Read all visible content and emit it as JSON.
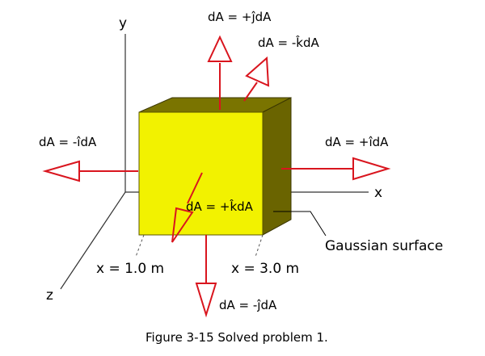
{
  "axes": {
    "x": "x",
    "y": "y",
    "z": "z"
  },
  "area_vectors": {
    "plus_j": "dA = +ĵdA",
    "minus_k": "dA = -k̂dA",
    "minus_i": "dA = -îdA",
    "plus_i": "dA = +îdA",
    "plus_k": "dA = +k̂dA",
    "minus_j": "dA = -ĵdA"
  },
  "positions": {
    "x1": "x = 1.0 m",
    "x2": "x = 3.0 m"
  },
  "surface_label": "Gaussian surface",
  "caption": "Figure 3-15 Solved problem 1.",
  "colors": {
    "cube_front": "#f2f200",
    "cube_top": "#7a7400",
    "cube_side": "#6a6400",
    "arrow": "#d9151e",
    "axis": "#333333"
  }
}
